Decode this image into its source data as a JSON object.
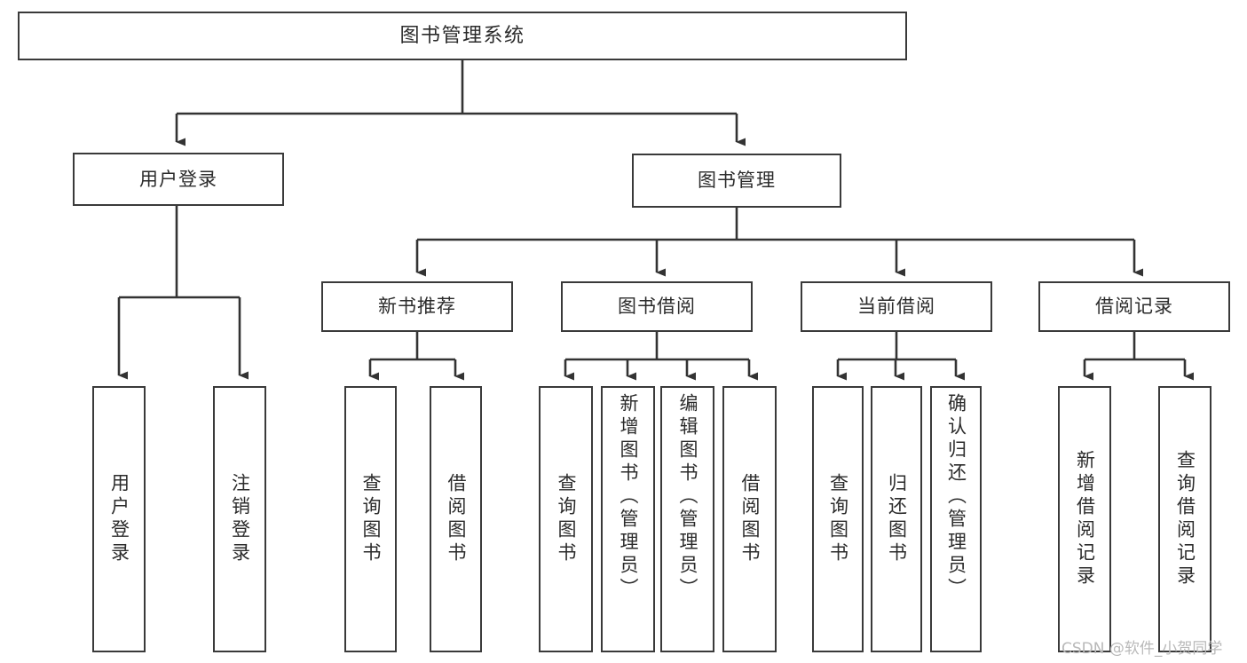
{
  "diagram": {
    "title": "图书管理系统",
    "type": "tree",
    "colors": {
      "box_border": "#3a3a3a",
      "box_fill": "#ffffff",
      "connector": "#333333",
      "text": "#2b2b2b",
      "watermark": "#b9b9b9",
      "background": "#ffffff"
    },
    "root": {
      "id": "root",
      "label": "图书管理系统"
    },
    "level2": [
      {
        "id": "user-login",
        "label": "用户登录"
      },
      {
        "id": "book-manage",
        "label": "图书管理"
      }
    ],
    "level3": [
      {
        "id": "new-book-rec",
        "label": "新书推荐"
      },
      {
        "id": "book-borrow",
        "label": "图书借阅"
      },
      {
        "id": "current-borrow",
        "label": "当前借阅"
      },
      {
        "id": "borrow-record",
        "label": "借阅记录"
      }
    ],
    "leaves": {
      "user_login": [
        {
          "id": "leaf-user-login",
          "label": "用户登录"
        },
        {
          "id": "leaf-logout",
          "label": "注销登录"
        }
      ],
      "new_book_rec": [
        {
          "id": "leaf-query-book-1",
          "label": "查询图书"
        },
        {
          "id": "leaf-borrow-book-1",
          "label": "借阅图书"
        }
      ],
      "book_borrow": [
        {
          "id": "leaf-query-book-2",
          "label": "查询图书"
        },
        {
          "id": "leaf-add-book",
          "label": "新增图书（管理员）"
        },
        {
          "id": "leaf-edit-book",
          "label": "编辑图书（管理员）"
        },
        {
          "id": "leaf-borrow-book-2",
          "label": "借阅图书"
        }
      ],
      "current_borrow": [
        {
          "id": "leaf-query-book-3",
          "label": "查询图书"
        },
        {
          "id": "leaf-return-book",
          "label": "归还图书"
        },
        {
          "id": "leaf-confirm-return",
          "label": "确认归还（管理员）"
        }
      ],
      "borrow_record": [
        {
          "id": "leaf-add-record",
          "label": "新增借阅记录"
        },
        {
          "id": "leaf-query-record",
          "label": "查询借阅记录"
        }
      ]
    }
  },
  "watermark": {
    "text": "CSDN @软件_小贺同学"
  }
}
